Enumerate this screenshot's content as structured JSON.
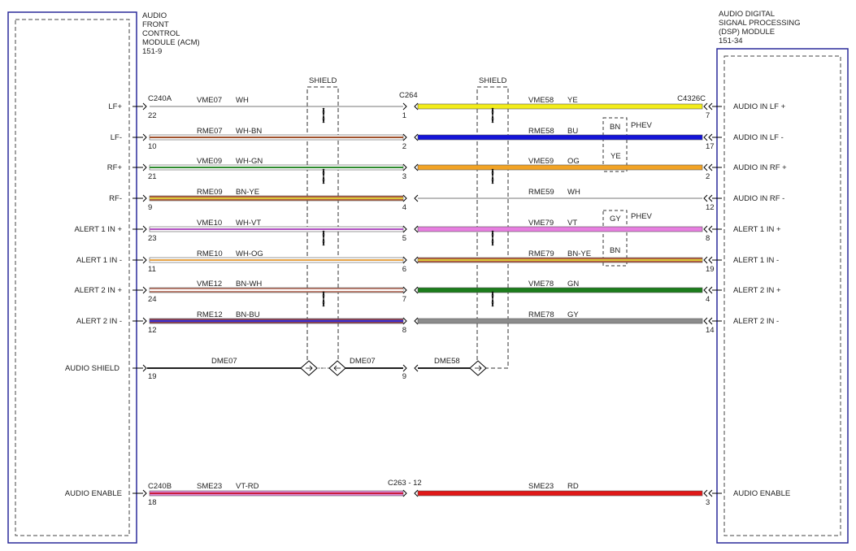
{
  "modules": {
    "left": {
      "title_lines": [
        "AUDIO",
        "FRONT",
        "CONTROL",
        "MODULE (ACM)",
        "151-9"
      ],
      "connector_top": "C240A",
      "connector_bottom": "C240B"
    },
    "right": {
      "title_lines": [
        "AUDIO DIGITAL",
        "SIGNAL PROCESSING",
        "(DSP) MODULE",
        "151-34"
      ],
      "connector": "C4326C"
    }
  },
  "inline_connectors": {
    "top": "C264",
    "bottom": "C263 - 12"
  },
  "shields": [
    {
      "label": "SHIELD"
    },
    {
      "label": "SHIELD"
    }
  ],
  "phev_boxes": [
    {
      "codes": [
        "BN",
        "YE"
      ],
      "label": "PHEV"
    },
    {
      "codes": [
        "GY",
        "BN"
      ],
      "label": "PHEV"
    }
  ],
  "circuits": [
    {
      "left_pin_label": "LF+",
      "left_pin": "22",
      "left_circuit": "VME07",
      "left_color": "WH",
      "left_hex": "#ffffff",
      "inline_pin": "1",
      "right_circuit": "VME58",
      "right_color": "YE",
      "right_hex": "#f2ec1a",
      "right_pin": "7",
      "right_pin_label": "AUDIO IN LF +"
    },
    {
      "left_pin_label": "LF-",
      "left_pin": "10",
      "left_circuit": "RME07",
      "left_color": "WH-BN",
      "left_hex": "#ffffff",
      "left_stripe": "#a0522d",
      "inline_pin": "2",
      "right_circuit": "RME58",
      "right_color": "BU",
      "right_hex": "#1414d8",
      "right_pin": "17",
      "right_pin_label": "AUDIO IN LF -"
    },
    {
      "left_pin_label": "RF+",
      "left_pin": "21",
      "left_circuit": "VME09",
      "left_color": "WH-GN",
      "left_hex": "#ffffff",
      "left_stripe": "#2e8b2e",
      "inline_pin": "3",
      "right_circuit": "VME59",
      "right_color": "OG",
      "right_hex": "#f2a324",
      "right_pin": "2",
      "right_pin_label": "AUDIO IN RF +"
    },
    {
      "left_pin_label": "RF-",
      "left_pin": "9",
      "left_circuit": "RME09",
      "left_color": "BN-YE",
      "left_hex": "#b5603f",
      "left_stripe": "#d9c83a",
      "inline_pin": "4",
      "right_circuit": "RME59",
      "right_color": "WH",
      "right_hex": "#ffffff",
      "right_pin": "12",
      "right_pin_label": "AUDIO IN RF -"
    },
    {
      "left_pin_label": "ALERT 1 IN +",
      "left_pin": "23",
      "left_circuit": "VME10",
      "left_color": "WH-VT",
      "left_hex": "#ffffff",
      "left_stripe": "#b04fc0",
      "inline_pin": "5",
      "right_circuit": "VME79",
      "right_color": "VT",
      "right_hex": "#e77ee0",
      "right_pin": "8",
      "right_pin_label": "ALERT 1 IN +"
    },
    {
      "left_pin_label": "ALERT 1 IN -",
      "left_pin": "11",
      "left_circuit": "RME10",
      "left_color": "WH-OG",
      "left_hex": "#ffffff",
      "left_stripe": "#e6a347",
      "inline_pin": "6",
      "right_circuit": "RME79",
      "right_color": "BN-YE",
      "right_hex": "#b5603f",
      "right_stripe": "#d9c83a",
      "right_pin": "19",
      "right_pin_label": "ALERT 1 IN -"
    },
    {
      "left_pin_label": "ALERT 2 IN +",
      "left_pin": "24",
      "left_circuit": "VME12",
      "left_color": "BN-WH",
      "left_hex": "#c08070",
      "left_stripe": "#ffffff",
      "inline_pin": "7",
      "right_circuit": "VME78",
      "right_color": "GN",
      "right_hex": "#1c7d1c",
      "right_pin": "4",
      "right_pin_label": "ALERT 2 IN +"
    },
    {
      "left_pin_label": "ALERT 2 IN -",
      "left_pin": "12",
      "left_circuit": "RME12",
      "left_color": "BN-BU",
      "left_hex": "#8a3f55",
      "left_stripe": "#3a2fd0",
      "inline_pin": "8",
      "right_circuit": "RME78",
      "right_color": "GY",
      "right_hex": "#8c8c8c",
      "right_pin": "14",
      "right_pin_label": "ALERT 2 IN -"
    }
  ],
  "shield_circuit": {
    "left_pin_label": "AUDIO SHIELD",
    "left_pin": "19",
    "left_circuit": "DME07",
    "mid_circuit": "DME07",
    "inline_pin": "9",
    "right_circuit": "DME58"
  },
  "enable_circuit": {
    "left_pin_label": "AUDIO ENABLE",
    "left_pin": "18",
    "left_circuit": "SME23",
    "left_color": "VT-RD",
    "left_hex": "#e08ad8",
    "left_stripe": "#c81e3c",
    "right_circuit": "SME23",
    "right_color": "RD",
    "right_hex": "#e01818",
    "right_pin": "3",
    "right_pin_label": "AUDIO ENABLE"
  }
}
